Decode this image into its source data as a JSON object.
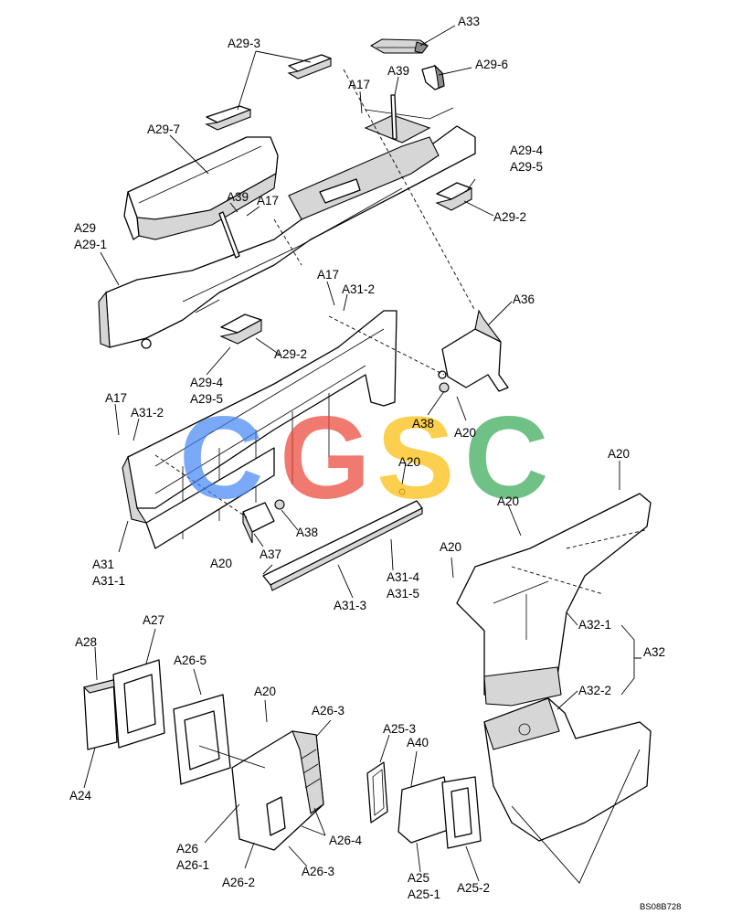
{
  "labels": {
    "a33": "A33",
    "a29_3": "A29-3",
    "a39_top": "A39",
    "a29_6": "A29-6",
    "a17_top": "A17",
    "a29_7": "A29-7",
    "a29_4_right": "A29-4",
    "a29_5_right": "A29-5",
    "a39_mid": "A39",
    "a17_mid": "A17",
    "a29_2_right": "A29-2",
    "a29": "A29",
    "a29_1": "A29-1",
    "a17_mid2": "A17",
    "a31_2_top": "A31-2",
    "a36": "A36",
    "a29_2_left": "A29-2",
    "a29_4_left": "A29-4",
    "a29_5_left": "A29-5",
    "a17_left": "A17",
    "a31_2_left": "A31-2",
    "a38_right": "A38",
    "a20_under_a36": "A20",
    "a20_bracket": "A20",
    "a20_far_right": "A20",
    "a20_duct_top": "A20",
    "a38_left": "A38",
    "a37": "A37",
    "a20_rail": "A20",
    "a31": "A31",
    "a31_1": "A31-1",
    "a31_4": "A31-4",
    "a31_5": "A31-5",
    "a31_3": "A31-3",
    "a20_duct_left": "A20",
    "a32_1": "A32-1",
    "a32": "A32",
    "a32_2": "A32-2",
    "a28": "A28",
    "a27": "A27",
    "a26_5": "A26-5",
    "a20_filter": "A20",
    "a26_3_top": "A26-3",
    "a25_3": "A25-3",
    "a40": "A40",
    "a24": "A24",
    "a26_4": "A26-4",
    "a26": "A26",
    "a26_1": "A26-1",
    "a26_2": "A26-2",
    "a26_3_bottom": "A26-3",
    "a25": "A25",
    "a25_1": "A25-1",
    "a25_2": "A25-2"
  },
  "drawing_code": "BS08B728",
  "watermark": {
    "letters": [
      "C",
      "G",
      "S",
      "C"
    ],
    "colors": [
      "#4285f4",
      "#ea4335",
      "#fbbc05",
      "#34a853"
    ]
  }
}
